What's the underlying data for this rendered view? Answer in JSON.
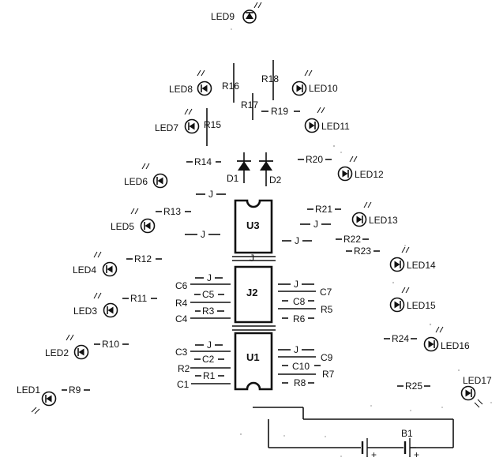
{
  "leds": [
    "LED1",
    "LED2",
    "LED3",
    "LED4",
    "LED5",
    "LED6",
    "LED7",
    "LED8",
    "LED9",
    "LED10",
    "LED11",
    "LED12",
    "LED13",
    "LED14",
    "LED15",
    "LED16",
    "LED17"
  ],
  "resistors": [
    "R1",
    "R2",
    "R3",
    "R4",
    "R5",
    "R6",
    "R7",
    "R8",
    "R9",
    "R10",
    "R11",
    "R12",
    "R13",
    "R14",
    "R15",
    "R16",
    "R17",
    "R18",
    "R19",
    "R20",
    "R21",
    "R22",
    "R23",
    "R24",
    "R25"
  ],
  "capacitors": [
    "C1",
    "C2",
    "C3",
    "C4",
    "C5",
    "C6",
    "C7",
    "C8",
    "C9",
    "C10"
  ],
  "diodes": [
    "D1",
    "D2"
  ],
  "chips": [
    "U1",
    "J2",
    "U3"
  ],
  "jumper": "J",
  "battery": "B1",
  "plus": "+"
}
